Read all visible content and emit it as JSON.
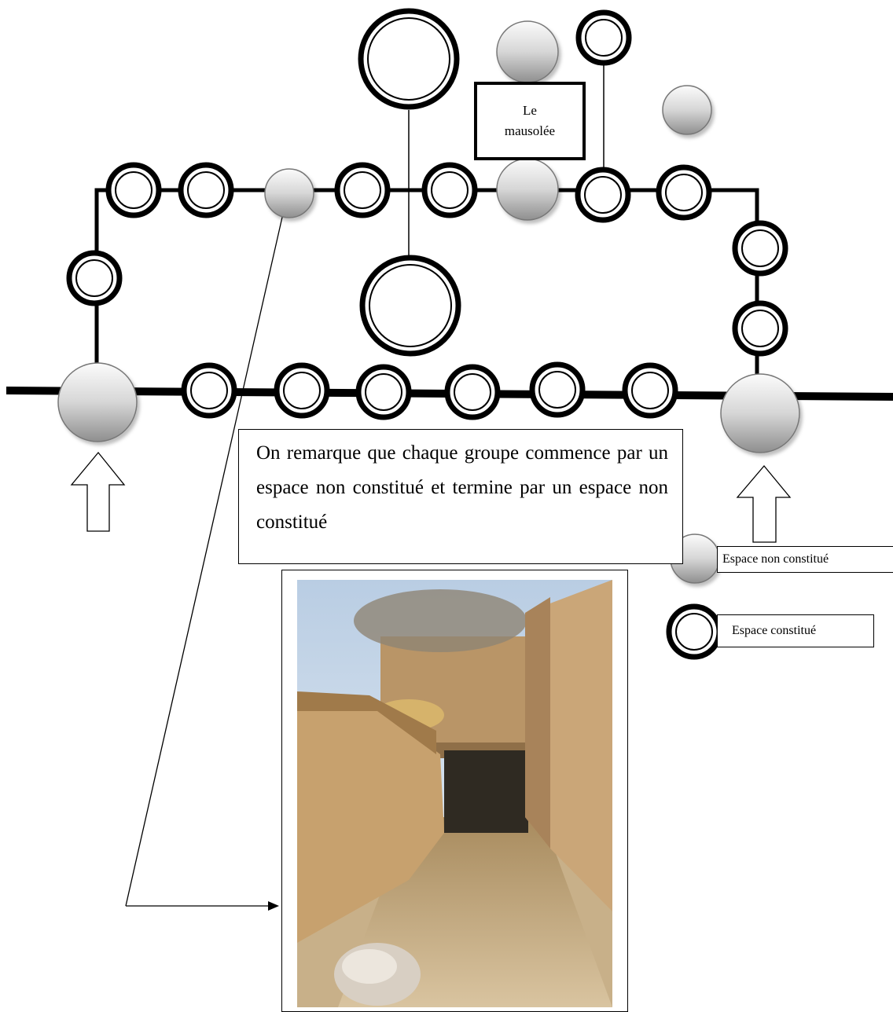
{
  "mausolee": {
    "label_line1": "Le",
    "label_line2": "mausolée"
  },
  "note": {
    "text": "On remarque que chaque groupe commence par un espace non constitué et termine par un espace non constitué"
  },
  "legend": {
    "non_constitue": "Espace non constitué",
    "constitue": "Espace constitué"
  },
  "colors": {
    "line": "#000000",
    "grey_light": "#fafafa",
    "grey_dark": "#9a9a9a",
    "sky": "#d8e4ef",
    "mud": "#c9a571"
  }
}
